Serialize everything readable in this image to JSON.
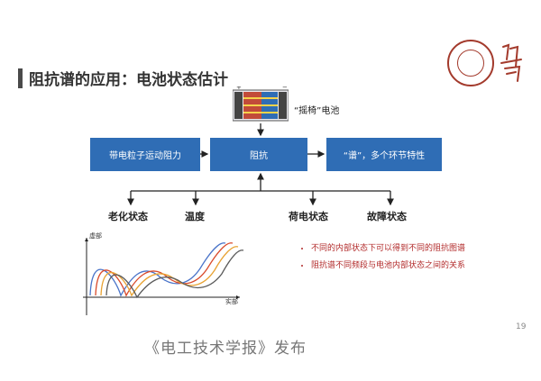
{
  "slide": {
    "title": "阻抗谱的应用：电池状态估计",
    "page_number": "19"
  },
  "battery": {
    "label": "“摇椅”电池"
  },
  "flow": {
    "left_box": "带电粒子运动阻力",
    "center_box": "阻抗",
    "right_box": "“谱”，多个环节特性"
  },
  "states": [
    "老化状态",
    "温度",
    "荷电状态",
    "故障状态"
  ],
  "plot": {
    "ylabel": "虚部",
    "xlabel": "实部",
    "series_colors": [
      "#4a74c9",
      "#d94a2b",
      "#e8a232",
      "#5a5a5a"
    ]
  },
  "notes": [
    "不同的内部状态下可以得到不同的阻抗图谱",
    "阻抗谱不同频段与电池内部状态之间的关系"
  ],
  "source": "《电工技术学报》发布"
}
